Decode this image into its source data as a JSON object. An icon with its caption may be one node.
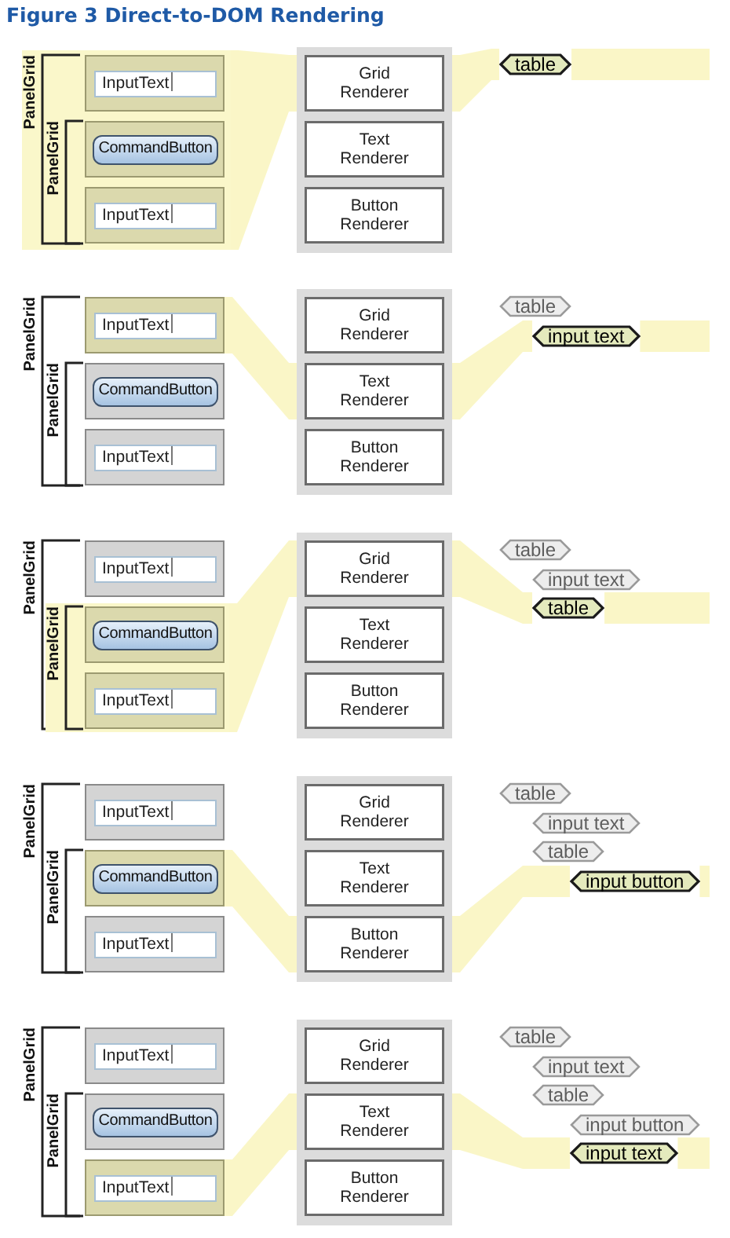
{
  "diagram": {
    "title": "Figure 3 Direct-to-DOM Rendering",
    "nodes": [
      {
        "text": [
          "PanelGrid"
        ]
      },
      {
        "text": [
          "InputText"
        ],
        "in": 0
      },
      {
        "text": [
          "PanelGrid"
        ],
        "in": 0
      },
      {
        "text": [
          "CommandButton"
        ],
        "in": 2
      },
      {
        "text": [
          "InputText"
        ],
        "in": 2
      },
      {
        "text": [],
        "shape": "box"
      },
      {
        "text": [
          "Grid Renderer"
        ],
        "in": 5
      },
      {
        "text": [
          "Text Renderer"
        ],
        "in": 5
      },
      {
        "text": [
          "Button Renderer"
        ],
        "in": 5
      },
      {
        "text": [
          "table"
        ]
      },
      {
        "text": [
          "PanelGrid"
        ]
      },
      {
        "text": [
          "InputText"
        ],
        "in": 10
      },
      {
        "text": [
          "PanelGrid"
        ],
        "in": 10
      },
      {
        "text": [
          "CommandButton"
        ],
        "in": 12
      },
      {
        "text": [
          "InputText"
        ],
        "in": 12
      },
      {
        "text": [],
        "shape": "box"
      },
      {
        "text": [
          "Grid Renderer"
        ],
        "in": 15
      },
      {
        "text": [
          "Text Renderer"
        ],
        "in": 15
      },
      {
        "text": [
          "Button Renderer"
        ],
        "in": 15
      },
      {
        "text": [
          "table"
        ]
      },
      {
        "text": [
          "input text"
        ]
      },
      {
        "text": [
          "PanelGrid"
        ]
      },
      {
        "text": [
          "InputText"
        ],
        "in": 21
      },
      {
        "text": [
          "PanelGrid"
        ],
        "in": 21
      },
      {
        "text": [
          "CommandButton"
        ],
        "in": 23
      },
      {
        "text": [
          "InputText"
        ],
        "in": 23
      },
      {
        "text": [],
        "shape": "box"
      },
      {
        "text": [
          "Grid Renderer"
        ],
        "in": 26
      },
      {
        "text": [
          "Text Renderer"
        ],
        "in": 26
      },
      {
        "text": [
          "Button Renderer"
        ],
        "in": 26
      },
      {
        "text": [
          "table"
        ]
      },
      {
        "text": [
          "input text"
        ]
      },
      {
        "text": [
          "table"
        ]
      },
      {
        "text": [
          "PanelGrid"
        ]
      },
      {
        "text": [
          "InputText"
        ],
        "in": 33
      },
      {
        "text": [
          "PanelGrid"
        ],
        "in": 33
      },
      {
        "text": [
          "CommandButton"
        ],
        "in": 35
      },
      {
        "text": [
          "InputText"
        ],
        "in": 35
      },
      {
        "text": [],
        "shape": "box"
      },
      {
        "text": [
          "Grid Renderer"
        ],
        "in": 38
      },
      {
        "text": [
          "Text Renderer"
        ],
        "in": 38
      },
      {
        "text": [
          "Button Renderer"
        ],
        "in": 38
      },
      {
        "text": [
          "table"
        ]
      },
      {
        "text": [
          "input text"
        ]
      },
      {
        "text": [
          "table"
        ]
      },
      {
        "text": [
          "input button"
        ]
      },
      {
        "text": [
          "PanelGrid"
        ]
      },
      {
        "text": [
          "InputText"
        ],
        "in": 46
      },
      {
        "text": [
          "PanelGrid"
        ],
        "in": 46
      },
      {
        "text": [
          "CommandButton"
        ],
        "in": 48
      },
      {
        "text": [
          "InputText"
        ],
        "in": 48
      },
      {
        "text": [],
        "shape": "box"
      },
      {
        "text": [
          "Grid Renderer"
        ],
        "in": 51
      },
      {
        "text": [
          "Text Renderer"
        ],
        "in": 51
      },
      {
        "text": [
          "Button Renderer"
        ],
        "in": 51
      },
      {
        "text": [
          "table"
        ]
      },
      {
        "text": [
          "input text"
        ]
      },
      {
        "text": [
          "table"
        ]
      },
      {
        "text": [
          "input button"
        ]
      },
      {
        "text": [
          "input text"
        ]
      }
    ],
    "edges": [
      {
        "from": 0,
        "to": 6,
        "arrow": "none"
      },
      {
        "from": 6,
        "to": 9,
        "arrow": "none"
      },
      {
        "from": 11,
        "to": 17,
        "arrow": "none"
      },
      {
        "from": 17,
        "to": 20,
        "arrow": "none"
      },
      {
        "from": 23,
        "to": 27,
        "arrow": "none"
      },
      {
        "from": 27,
        "to": 32,
        "arrow": "none"
      },
      {
        "from": 36,
        "to": 41,
        "arrow": "none"
      },
      {
        "from": 41,
        "to": 45,
        "arrow": "none"
      },
      {
        "from": 50,
        "to": 53,
        "arrow": "none"
      },
      {
        "from": 53,
        "to": 59,
        "arrow": "none"
      }
    ]
  }
}
